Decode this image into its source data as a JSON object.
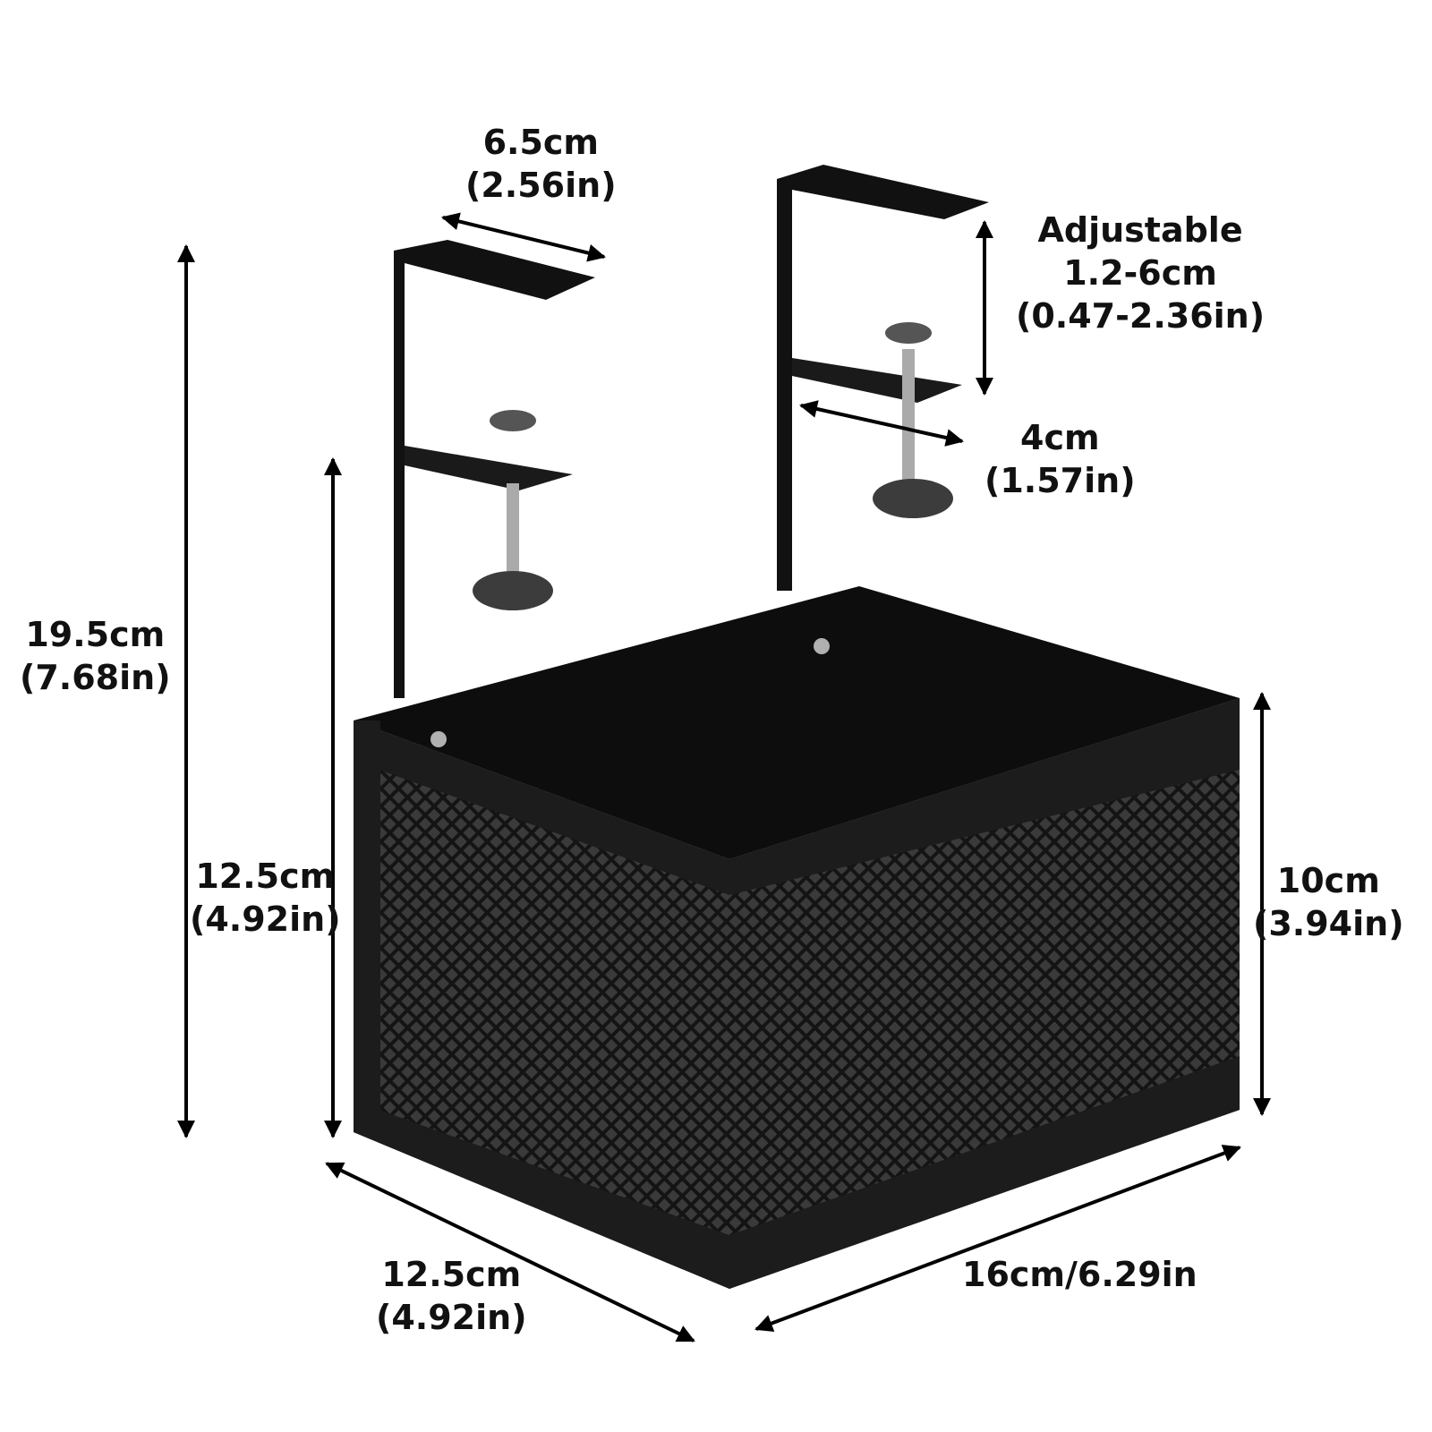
{
  "labels": {
    "top_width": {
      "cm": "6.5cm",
      "in": "(2.56in)"
    },
    "adjustable": {
      "title": "Adjustable",
      "cm": "1.2-6cm",
      "in": "(0.47-2.36in)"
    },
    "clamp_depth": {
      "cm": "4cm",
      "in": "(1.57in)"
    },
    "total_height": {
      "cm": "19.5cm",
      "in": "(7.68in)"
    },
    "hook_height": {
      "cm": "12.5cm",
      "in": "(4.92in)"
    },
    "basket_height": {
      "cm": "10cm",
      "in": "(3.94in)"
    },
    "depth": {
      "cm": "12.5cm",
      "in": "(4.92in)"
    },
    "length": {
      "text": "16cm/6.29in"
    }
  },
  "colors": {
    "product": "#1a1a1a",
    "mesh": "#2b2b2b",
    "text": "#111111",
    "knob": "#555555",
    "screw": "#b0b0b0"
  }
}
